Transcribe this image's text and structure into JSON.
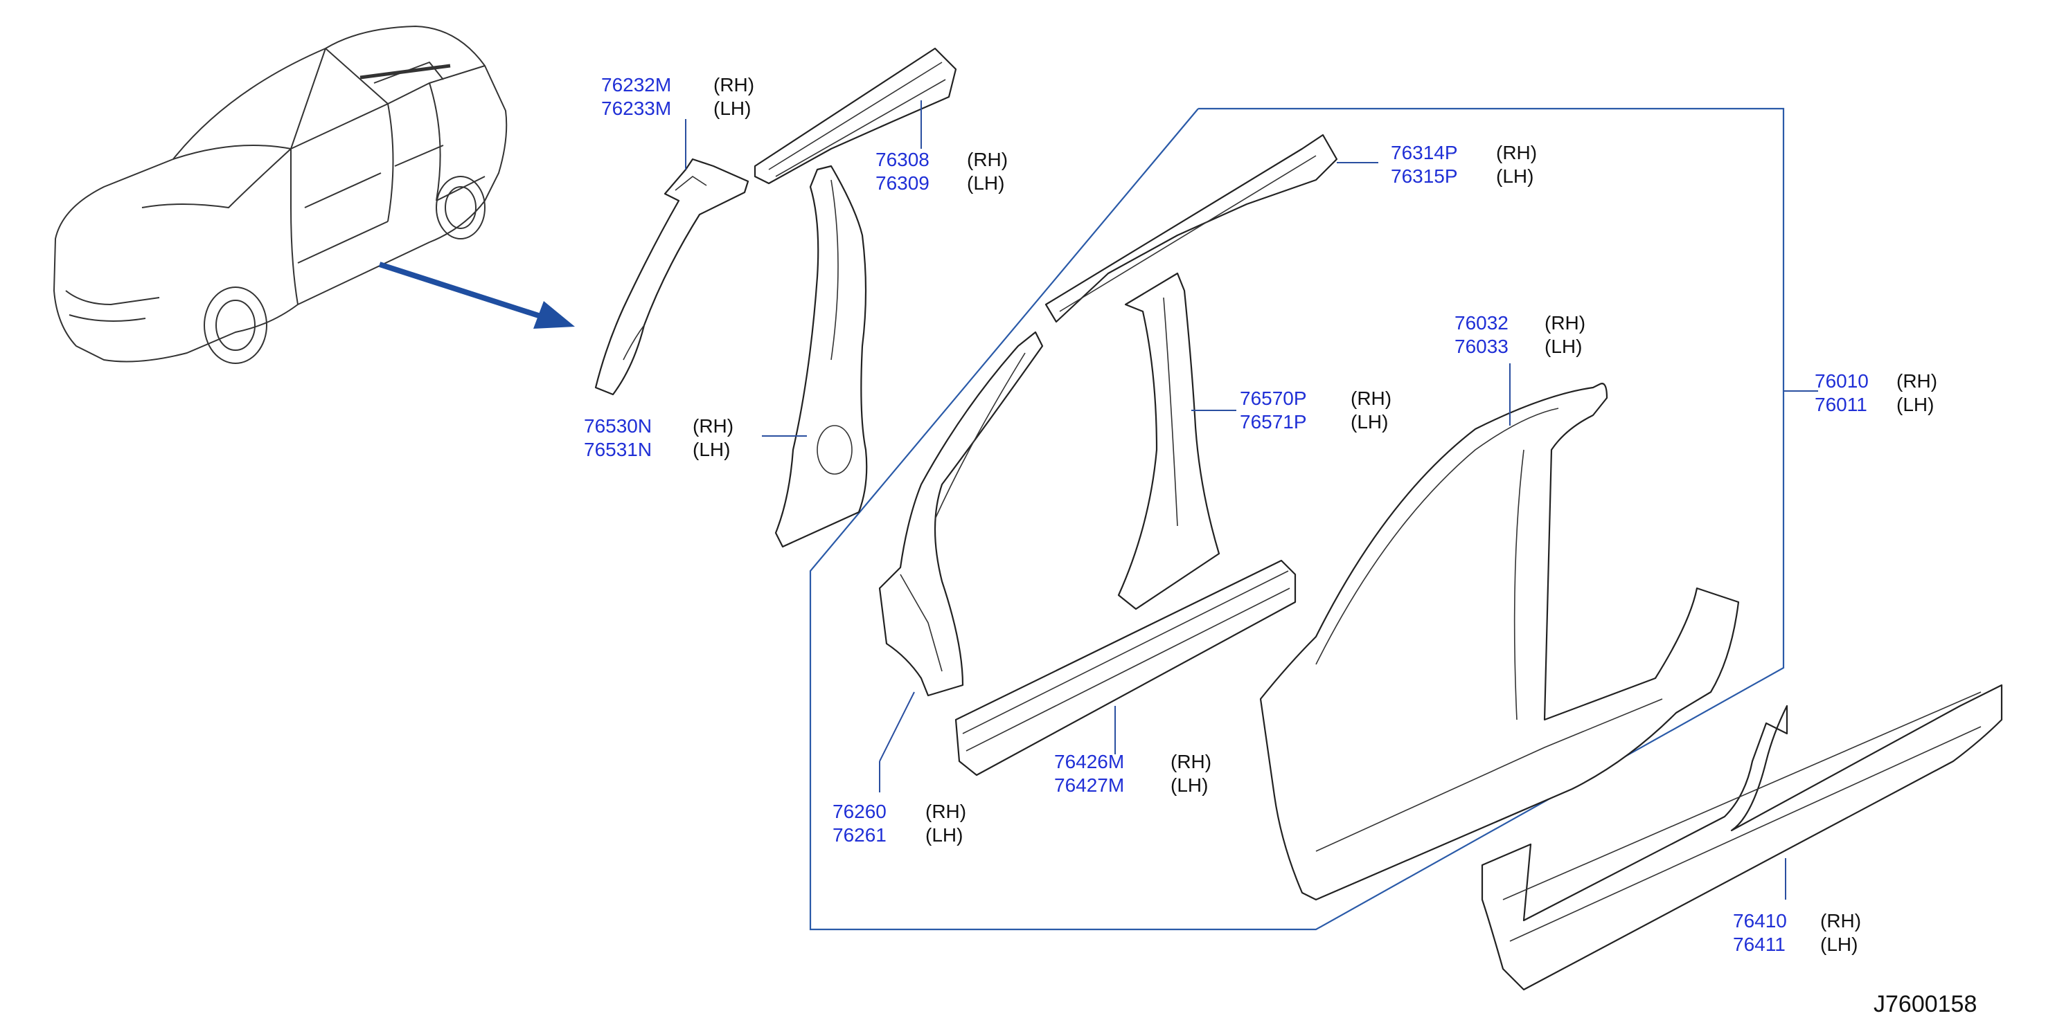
{
  "diagram_id": "J7600158",
  "callouts": [
    {
      "numbers": [
        "76232M",
        "76233M"
      ],
      "sides": [
        "(RH)",
        "(LH)"
      ]
    },
    {
      "numbers": [
        "76308",
        "76309"
      ],
      "sides": [
        "(RH)",
        "(LH)"
      ]
    },
    {
      "numbers": [
        "76530N",
        "76531N"
      ],
      "sides": [
        "(RH)",
        "(LH)"
      ]
    },
    {
      "numbers": [
        "76314P",
        "76315P"
      ],
      "sides": [
        "(RH)",
        "(LH)"
      ]
    },
    {
      "numbers": [
        "76032",
        "76033"
      ],
      "sides": [
        "(RH)",
        "(LH)"
      ]
    },
    {
      "numbers": [
        "76010",
        "76011"
      ],
      "sides": [
        "(RH)",
        "(LH)"
      ]
    },
    {
      "numbers": [
        "76570P",
        "76571P"
      ],
      "sides": [
        "(RH)",
        "(LH)"
      ]
    },
    {
      "numbers": [
        "76426M",
        "76427M"
      ],
      "sides": [
        "(RH)",
        "(LH)"
      ]
    },
    {
      "numbers": [
        "76260",
        "76261"
      ],
      "sides": [
        "(RH)",
        "(LH)"
      ]
    },
    {
      "numbers": [
        "76410",
        "76411"
      ],
      "sides": [
        "(RH)",
        "(LH)"
      ]
    }
  ],
  "colors": {
    "part_number": "#1f2fd6",
    "side_label": "#111111",
    "leader_line": "#2a4fa0",
    "arrow": "#1f4ea0"
  }
}
